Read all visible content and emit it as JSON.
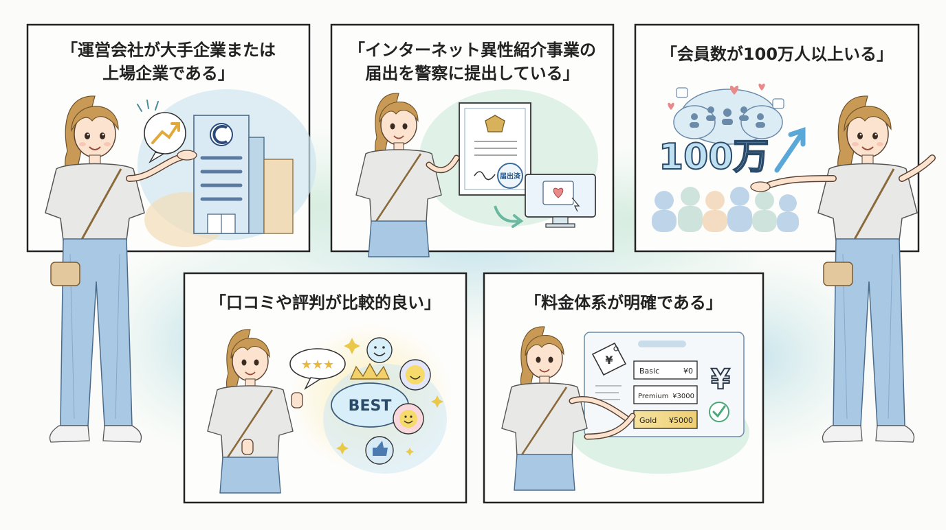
{
  "panels": [
    {
      "id": "panel-listed-company",
      "title_lines": [
        "「運営会社が大手企業または",
        "上場企業である」"
      ]
    },
    {
      "id": "panel-police-registration",
      "title_lines": [
        "「インターネット異性紹介事業の",
        "届出を警察に提出している」"
      ],
      "stamp_text": "届出済"
    },
    {
      "id": "panel-member-count",
      "title_lines": [
        "「会員数が100万人以上いる」"
      ],
      "big_number": "100万"
    },
    {
      "id": "panel-reviews",
      "title_lines": [
        "「口コミや評判が比較的良い」"
      ],
      "badge_text": "BEST"
    },
    {
      "id": "panel-pricing",
      "title_lines": [
        "「料金体系が明確である」"
      ],
      "plans": [
        {
          "name": "Basic",
          "price": "¥0"
        },
        {
          "name": "Premium",
          "price": "¥3000"
        },
        {
          "name": "Gold",
          "price": "¥5000"
        }
      ],
      "currency_symbol": "¥",
      "tag_symbol": "¥"
    }
  ],
  "colors": {
    "border": "#222222",
    "watercolor_blue": "#a9d3e6",
    "watercolor_green": "#bfe3cf",
    "gold_row": "#f3d98a",
    "heart": "#e88a8a",
    "jeans": "#a9c8e4",
    "shirt": "#e6e6e6",
    "hair": "#c99a55"
  }
}
